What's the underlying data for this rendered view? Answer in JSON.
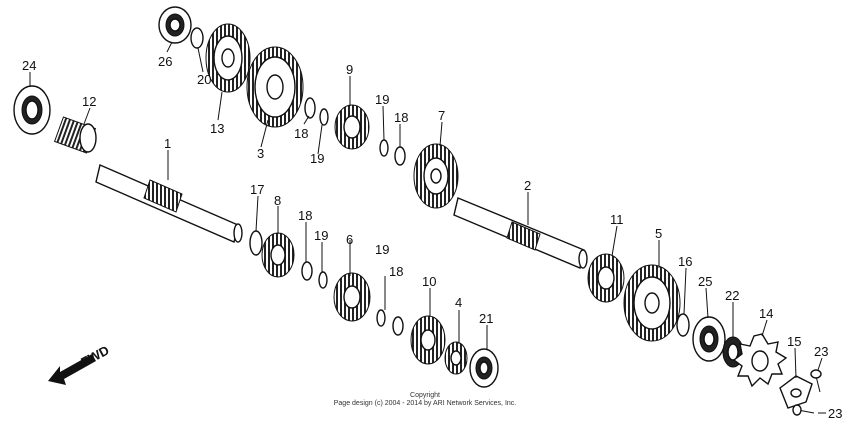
{
  "diagram": {
    "callouts": [
      "1",
      "2",
      "3",
      "4",
      "5",
      "6",
      "7",
      "8",
      "9",
      "10",
      "11",
      "12",
      "13",
      "14",
      "15",
      "16",
      "17",
      "18",
      "19",
      "20",
      "21",
      "22",
      "23",
      "24",
      "25",
      "26"
    ],
    "fwd_label": "FWD",
    "copyright_line1": "Copyright",
    "copyright_line2": "Page design (c) 2004 - 2014 by ARI Network Services, Inc."
  }
}
